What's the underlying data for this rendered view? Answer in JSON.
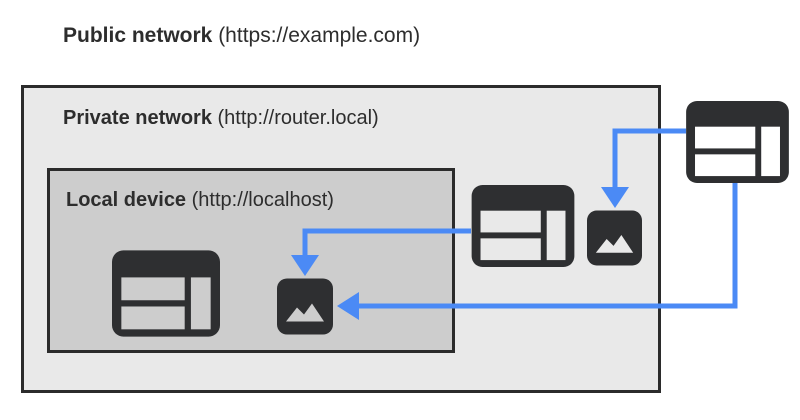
{
  "diagram": {
    "kind": "network-boundaries",
    "public_network": {
      "name": "Public network",
      "url_part": " (https://example.com)"
    },
    "private_network": {
      "name": "Private network",
      "url_part": " (http://router.local)"
    },
    "local_device": {
      "name": "Local device",
      "url_part": " (http://localhost)"
    },
    "nodes": [
      {
        "id": "public-browser",
        "type": "browser-window",
        "network": "public"
      },
      {
        "id": "private-browser",
        "type": "browser-window",
        "network": "private"
      },
      {
        "id": "private-image",
        "type": "image-resource",
        "network": "private"
      },
      {
        "id": "local-browser",
        "type": "browser-window",
        "network": "local"
      },
      {
        "id": "local-image",
        "type": "image-resource",
        "network": "local"
      }
    ],
    "edges": [
      {
        "from": "public-browser",
        "to": "private-image",
        "meaning": "public page requests resource on private network"
      },
      {
        "from": "private-browser",
        "to": "local-image",
        "meaning": "private page requests resource on local device"
      },
      {
        "from": "public-browser",
        "to": "local-image",
        "meaning": "public page requests resource on local device"
      }
    ],
    "colors": {
      "arrow_blue": "#4b8af5",
      "icon_dark": "#2e2f31",
      "private_box_bg": "#e9e9e9",
      "local_box_bg": "#cdcdcd",
      "box_border": "#2b2b2b",
      "text": "#2d2d2d",
      "page_bg": "#ffffff"
    }
  }
}
